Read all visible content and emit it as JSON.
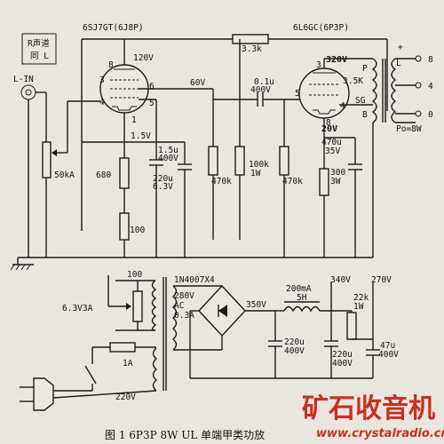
{
  "channel_box": {
    "line1": "R声道",
    "line2": "同 L"
  },
  "tubes": {
    "v1": "6SJ7GT(6J8P)",
    "v2": "6L6GC(6P3P)"
  },
  "voltages": {
    "v1_plate": "120V",
    "v1_screen": "60V",
    "v1_cathode": "1.5V",
    "v2_plate": "320V",
    "v2_cathode": "20V",
    "supply_340": "340V",
    "supply_270": "270V",
    "supply_350": "350V"
  },
  "inputs": {
    "l_in": "L-IN",
    "pot": "50kA"
  },
  "resistors": {
    "feedback": "3.3k",
    "r680": "680",
    "r100": "100",
    "r470k_a": "470k",
    "r100k": "100k",
    "r100k_w": "1W",
    "r470k_b": "470k",
    "r300": "300",
    "r300_w": "3W",
    "r22k": "22k",
    "r22k_w": "1W",
    "heater_pot": "100"
  },
  "capacitors": {
    "c_k1_uf": "1.5u",
    "c_k1_v": "400V",
    "c_k1b_uf": "220u",
    "c_k1b_v": "6.3V",
    "c_coupling_uf": "0.1u",
    "c_coupling_v": "400V",
    "c_k2_uf": "470u",
    "c_k2_v": "35V",
    "c_ps1_uf": "220u",
    "c_ps1_v": "400V",
    "c_ps2_uf": "220u",
    "c_ps2_v": "400V",
    "c_ps3_uf": "47u",
    "c_ps3_v": "400V"
  },
  "output_transformer": {
    "primary": "3.5K",
    "pin_p": "P",
    "pin_sg": "SG",
    "pin_b": "B",
    "out_l": "L",
    "out_pos": "+",
    "tap_8": "8",
    "tap_4": "4",
    "tap_0": "0",
    "power": "Po=8W"
  },
  "power_supply": {
    "diode": "1N4007X4",
    "secondary": "280V",
    "ac": "AC",
    "current": "0.3A",
    "heater": "6.3V3A",
    "fuse": "1A",
    "mains": "220V",
    "choke": "200mA",
    "choke_h": "5H"
  },
  "pins": {
    "p1": "1",
    "p3": "3",
    "p4": "4",
    "p5": "5",
    "p6": "6",
    "p8": "8",
    "q3": "3",
    "q4": "4",
    "q5": "5",
    "q8": "8"
  },
  "caption": "图 1  6P3P 8W UL 单端甲类功放",
  "watermark": {
    "name": "矿石收音机",
    "url": "www.crystalradio.cn"
  }
}
